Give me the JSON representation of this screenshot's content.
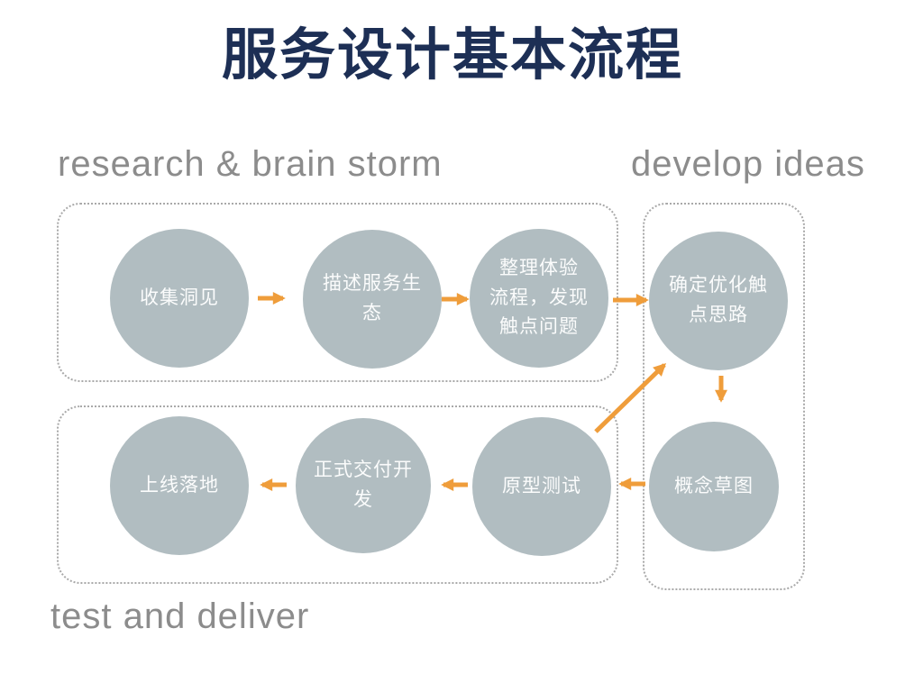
{
  "title": "服务设计基本流程",
  "sections": {
    "research": {
      "label": "research & brain storm"
    },
    "develop": {
      "label": "develop ideas"
    },
    "test": {
      "label": "test and deliver"
    }
  },
  "nodes": [
    {
      "id": "collect-insights",
      "label": "收集洞见"
    },
    {
      "id": "describe-service-ecology",
      "label": "描述服务生\n态"
    },
    {
      "id": "organize-experience-flow",
      "label": "整理体验\n流程，发现\n触点问题"
    },
    {
      "id": "define-touchpoint-ideas",
      "label": "确定优化触\n点思路"
    },
    {
      "id": "concept-sketch",
      "label": "概念草图"
    },
    {
      "id": "prototype-testing",
      "label": "原型测试"
    },
    {
      "id": "formal-delivery-dev",
      "label": "正式交付开\n发"
    },
    {
      "id": "launch",
      "label": "上线落地"
    }
  ],
  "arrows": [
    {
      "id": "arrow-collect-to-describe",
      "from": "collect-insights",
      "to": "describe-service-ecology"
    },
    {
      "id": "arrow-describe-to-organize",
      "from": "describe-service-ecology",
      "to": "organize-experience-flow"
    },
    {
      "id": "arrow-organize-to-define",
      "from": "organize-experience-flow",
      "to": "define-touchpoint-ideas"
    },
    {
      "id": "arrow-define-to-sketch",
      "from": "define-touchpoint-ideas",
      "to": "concept-sketch"
    },
    {
      "id": "arrow-sketch-to-prototype",
      "from": "concept-sketch",
      "to": "prototype-testing"
    },
    {
      "id": "arrow-prototype-to-delivery",
      "from": "prototype-testing",
      "to": "formal-delivery-dev"
    },
    {
      "id": "arrow-delivery-to-launch",
      "from": "formal-delivery-dev",
      "to": "launch"
    },
    {
      "id": "arrow-prototype-to-define",
      "from": "prototype-testing",
      "to": "define-touchpoint-ideas"
    }
  ],
  "colors": {
    "title": "#1d2f55",
    "section_label": "#8c8c8c",
    "circle_fill": "#b1bdc1",
    "circle_text": "#fbfcfc",
    "arrow": "#ef9d3b",
    "dotted_border": "#a9a9a9",
    "background": "#ffffff"
  }
}
